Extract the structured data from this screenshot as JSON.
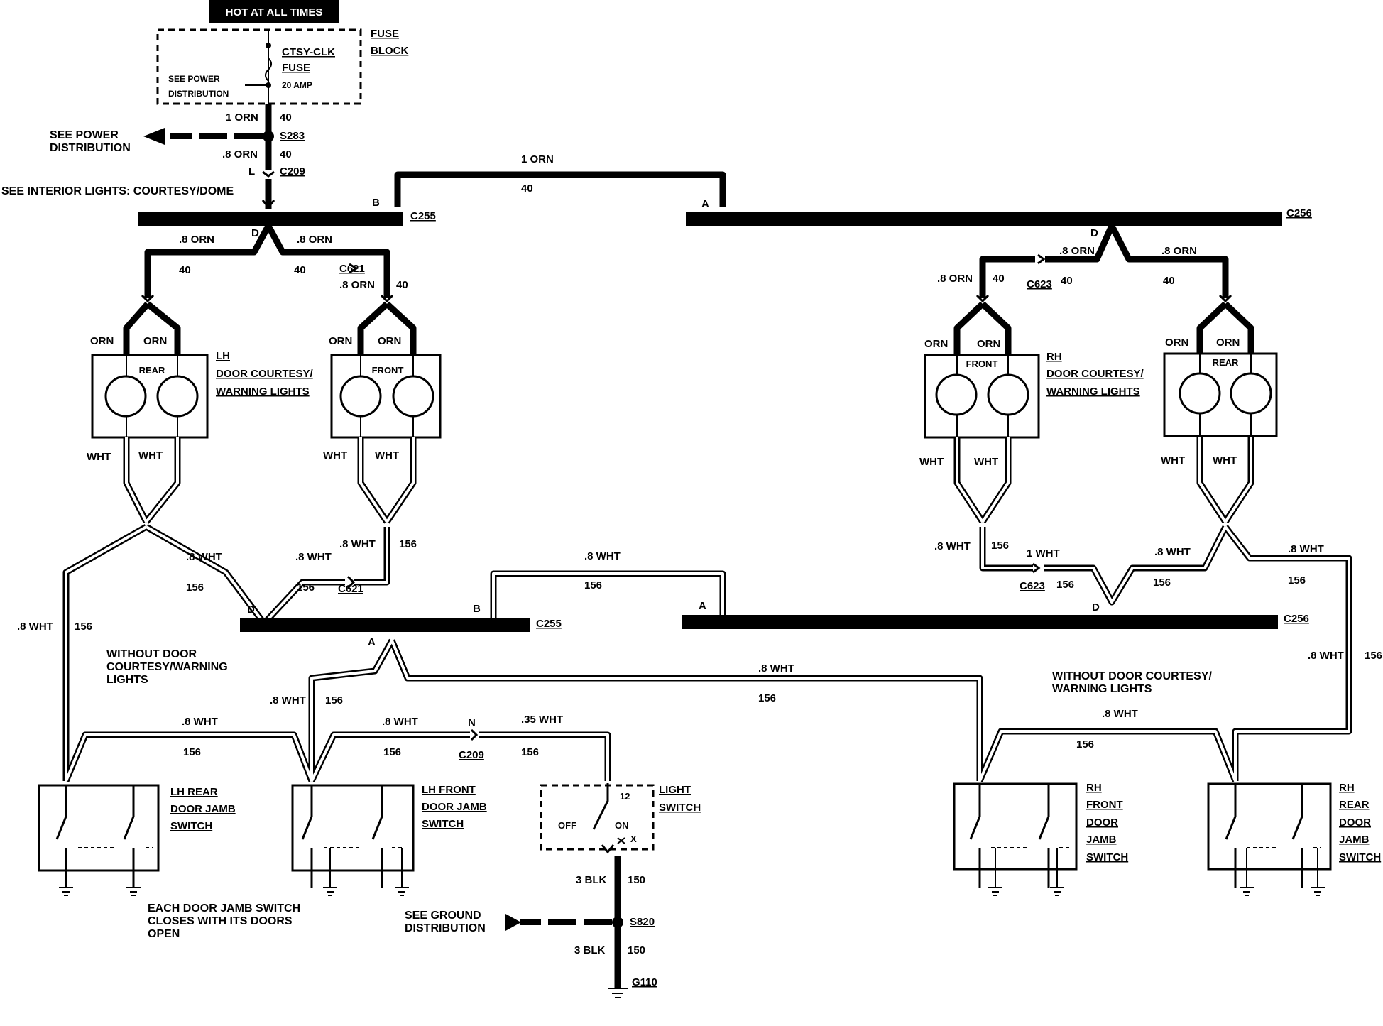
{
  "header": {
    "hot_label": "HOT AT ALL TIMES"
  },
  "fuse_block": {
    "fuse_name": "CTSY-CLK",
    "fuse_word": "FUSE",
    "amps": "20 AMP",
    "see_power_1": "SEE POWER",
    "see_power_2": "DISTRIBUTION",
    "block_1": "FUSE",
    "block_2": "BLOCK"
  },
  "feed": {
    "w1": "1 ORN",
    "c1": "40",
    "splice": "S283",
    "w2": ".8 ORN",
    "c2": "40",
    "conn_letter": "L",
    "conn": "C209",
    "power_1": "SEE POWER",
    "power_2": "DISTRIBUTION",
    "interior": "SEE INTERIOR LIGHTS: COURTESY/DOME"
  },
  "top_link": {
    "wire": "1 ORN",
    "circuit": "40",
    "pin_b": "B",
    "pin_a": "A"
  },
  "connectors": {
    "c255": "C255",
    "c256": "C256",
    "c621": "C621",
    "c623": "C623",
    "c209": "C209"
  },
  "lh_lights": {
    "pin_d": "D",
    "wire_a": ".8 ORN",
    "circ_a": "40",
    "wire_b": ".8 ORN",
    "circ_b": "40",
    "wire_c": ".8 ORN",
    "circ_c": "40",
    "orn": "ORN",
    "wht": "WHT",
    "rear": "REAR",
    "front": "FRONT",
    "title_1": "LH",
    "title_2": "DOOR COURTESY/",
    "title_3": "WARNING LIGHTS"
  },
  "rh_lights": {
    "pin_d": "D",
    "wire_a": ".8 ORN",
    "circ_a": "40",
    "wire_b": ".8 ORN",
    "circ_b": "40",
    "wire_c": ".8 ORN",
    "circ_c": "40",
    "orn": "ORN",
    "wht": "WHT",
    "front": "FRONT",
    "rear": "REAR",
    "title_1": "RH",
    "title_2": "DOOR COURTESY/",
    "title_3": "WARNING LIGHTS"
  },
  "lower": {
    "w8": ".8 WHT",
    "w1": "1 WHT",
    "w35": ".35 WHT",
    "c156": "156",
    "pin_a": "A",
    "pin_b": "B",
    "pin_d": "D",
    "pin_n": "N",
    "without_lh_1": "WITHOUT DOOR",
    "without_lh_2": "COURTESY/WARNING",
    "without_lh_3": "LIGHTS",
    "without_rh_1": "WITHOUT DOOR COURTESY/",
    "without_rh_2": "WARNING LIGHTS"
  },
  "switches": {
    "lh_rear": [
      "LH REAR",
      "DOOR JAMB",
      "SWITCH"
    ],
    "lh_front": [
      "LH FRONT",
      "DOOR JAMB",
      "SWITCH"
    ],
    "rh_front": [
      "RH",
      "FRONT",
      "DOOR",
      "JAMB",
      "SWITCH"
    ],
    "rh_rear": [
      "RH",
      "REAR",
      "DOOR",
      "JAMB",
      "SWITCH"
    ],
    "light": [
      "LIGHT",
      "SWITCH"
    ],
    "off": "OFF",
    "on": "ON",
    "pin12": "12",
    "pinx": "X"
  },
  "ground": {
    "w1": "3 BLK",
    "c1": "150",
    "splice": "S820",
    "w2": "3 BLK",
    "c2": "150",
    "g": "G110",
    "see_1": "SEE GROUND",
    "see_2": "DISTRIBUTION"
  },
  "note": {
    "l1": "EACH DOOR JAMB SWITCH",
    "l2": "CLOSES WITH ITS DOORS",
    "l3": "OPEN"
  }
}
